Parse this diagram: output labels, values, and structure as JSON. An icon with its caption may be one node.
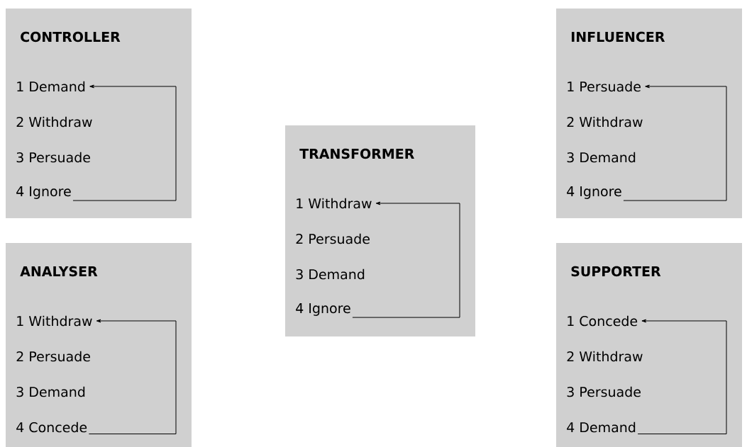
{
  "diagram": {
    "nodes": [
      {
        "text": [
          "CONTROLLER"
        ]
      },
      {
        "text": [
          "1 Demand"
        ],
        "in": 0
      },
      {
        "text": [
          "2 Withdraw"
        ],
        "in": 0
      },
      {
        "text": [
          "3 Persuade"
        ],
        "in": 0
      },
      {
        "text": [
          "4 Ignore"
        ],
        "in": 0
      },
      {
        "text": [
          "INFLUENCER"
        ]
      },
      {
        "text": [
          "1 Persuade"
        ],
        "in": 5
      },
      {
        "text": [
          "2 Withdraw"
        ],
        "in": 5
      },
      {
        "text": [
          "3 Demand"
        ],
        "in": 5
      },
      {
        "text": [
          "4 Ignore"
        ],
        "in": 5
      },
      {
        "text": [
          "TRANSFORMER"
        ]
      },
      {
        "text": [
          "1 Withdraw"
        ],
        "in": 10
      },
      {
        "text": [
          "2 Persuade"
        ],
        "in": 10
      },
      {
        "text": [
          "3 Demand"
        ],
        "in": 10
      },
      {
        "text": [
          "4 Ignore"
        ],
        "in": 10
      },
      {
        "text": [
          "ANALYSER"
        ]
      },
      {
        "text": [
          "1 Withdraw"
        ],
        "in": 15
      },
      {
        "text": [
          "2 Persuade"
        ],
        "in": 15
      },
      {
        "text": [
          "3 Demand"
        ],
        "in": 15
      },
      {
        "text": [
          "4 Concede"
        ],
        "in": 15
      },
      {
        "text": [
          "SUPPORTER"
        ]
      },
      {
        "text": [
          "1 Concede"
        ],
        "in": 20
      },
      {
        "text": [
          "2 Withdraw"
        ],
        "in": 20
      },
      {
        "text": [
          "3 Persuade"
        ],
        "in": 20
      },
      {
        "text": [
          "4 Demand"
        ],
        "in": 20
      }
    ],
    "edges": [
      {
        "from": 4,
        "to": 1,
        "arrow": "to"
      },
      {
        "from": 9,
        "to": 6,
        "arrow": "to"
      },
      {
        "from": 14,
        "to": 11,
        "arrow": "to"
      },
      {
        "from": 19,
        "to": 16,
        "arrow": "to"
      },
      {
        "from": 24,
        "to": 21,
        "arrow": "to"
      }
    ]
  }
}
